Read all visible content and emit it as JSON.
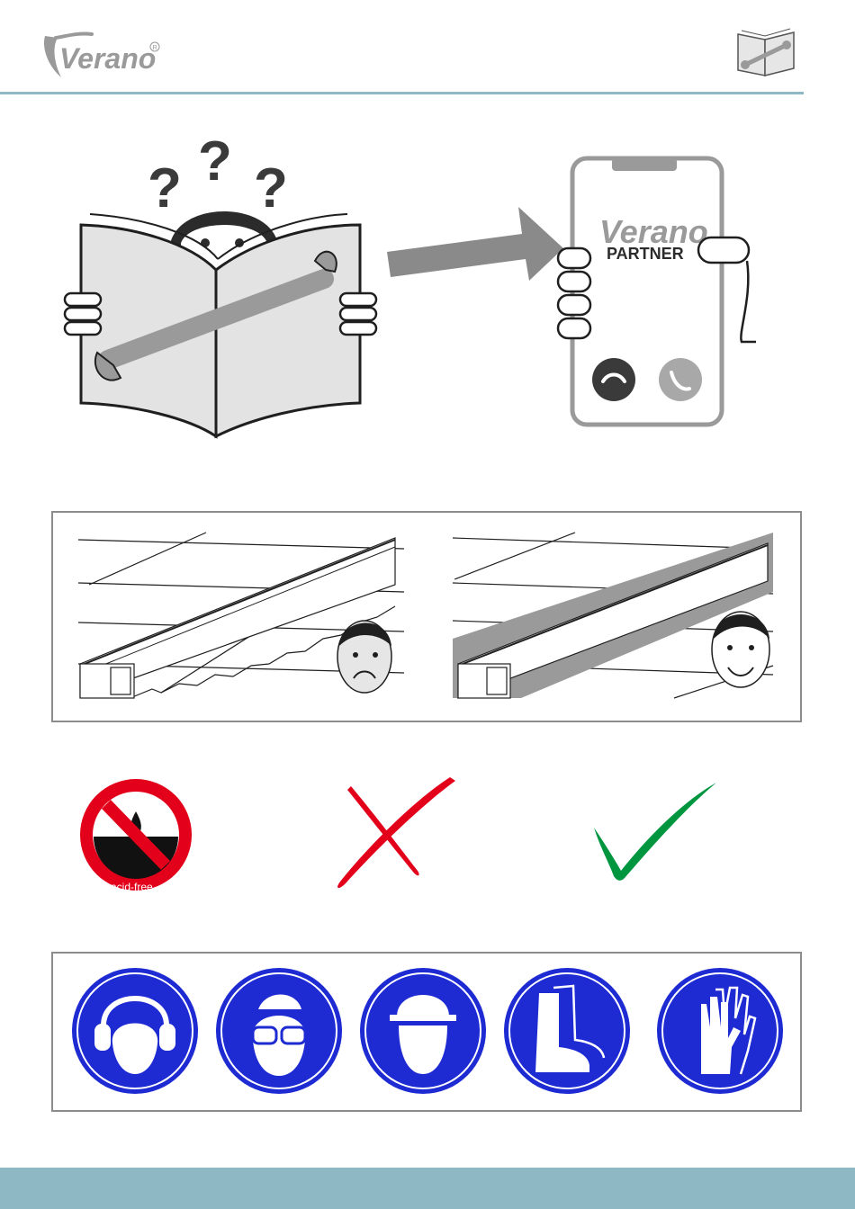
{
  "header": {
    "brand_name": "Verano",
    "registered_mark": "R",
    "rule_color": "#8fb8c5",
    "icon": "manual-wrench-icon"
  },
  "scene": {
    "phone_brand": "Verano",
    "phone_label": "PARTNER",
    "icons": [
      "confused-person-reading-manual-icon",
      "arrow-right-icon",
      "phone-decline-icon",
      "phone-accept-icon"
    ]
  },
  "comparison": {
    "items": [
      {
        "icon": "sad-face-icon",
        "state": "bad"
      },
      {
        "icon": "happy-face-icon",
        "state": "good"
      }
    ],
    "border_color": "#8c8c8c"
  },
  "symbols": {
    "acid_free_label": "acid-free",
    "colors": {
      "prohibition": "#e2001a",
      "cross": "#e2001a",
      "check": "#009640"
    },
    "icons": [
      "no-acid-icon",
      "cross-icon",
      "check-icon"
    ]
  },
  "ppe": {
    "color": "#1e2bd3",
    "icons": [
      "ear-protection-icon",
      "eye-protection-icon",
      "head-protection-icon",
      "safety-boots-icon",
      "gloves-icon"
    ]
  },
  "footer": {
    "color": "#8fb8c5"
  }
}
